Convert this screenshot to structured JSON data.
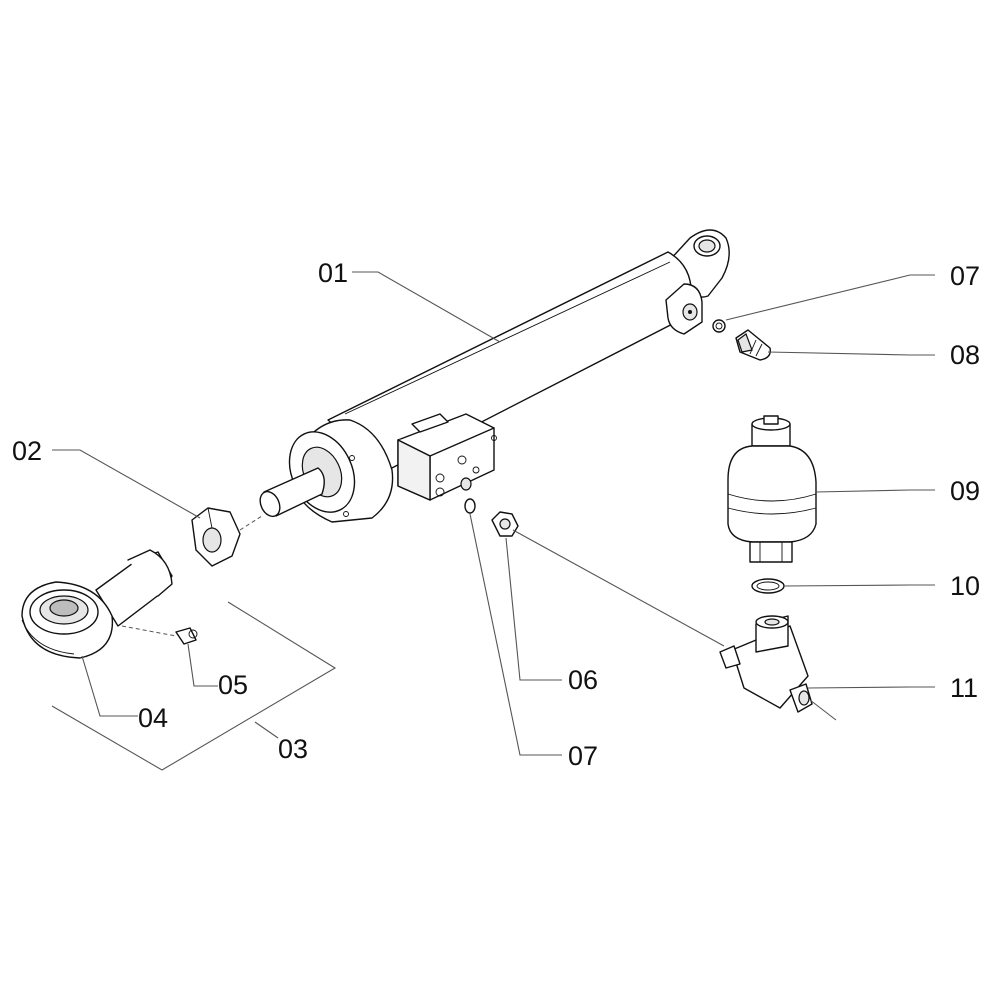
{
  "callouts": {
    "c01": "01",
    "c02": "02",
    "c03": "03",
    "c04": "04",
    "c05": "05",
    "c06": "06",
    "c07a": "07",
    "c07b": "07",
    "c08": "08",
    "c09": "09",
    "c10": "10",
    "c11": "11"
  }
}
